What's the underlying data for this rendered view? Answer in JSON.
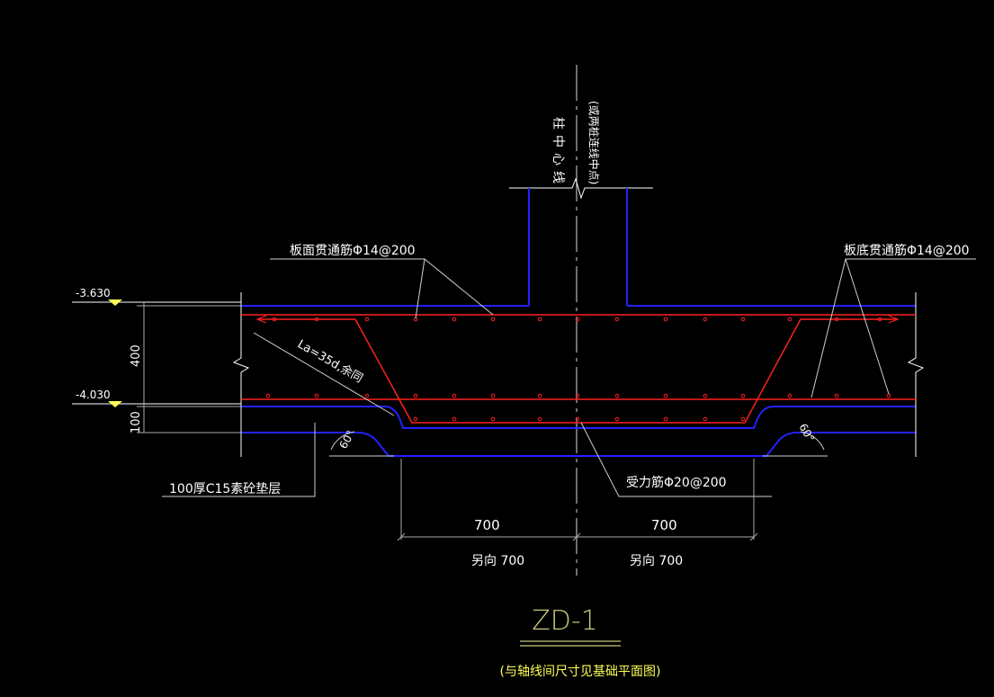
{
  "drawing": {
    "title": "ZD-1",
    "subtitle": "(与轴线间尺寸见基础平面图)",
    "column_center_label": "柱中心线",
    "column_center_note": "(或两桩连线中点)",
    "top_bar_label": "板面贯通筋Φ14@200",
    "bottom_bar_label": "板底贯通筋Φ14@200",
    "main_bar_label": "受力筋Φ20@200",
    "anchor_label": "La=35d,余同",
    "cushion_label": "100厚C15素砼垫层",
    "elevation_top": "-3.630",
    "elevation_bottom": "-4.030",
    "dim_400": "400",
    "dim_100": "100",
    "dim_left": "700",
    "dim_right": "700",
    "dim_left_other": "另向 700",
    "dim_right_other": "另向 700",
    "angle_left": "60°",
    "angle_right": "60°"
  },
  "colors": {
    "background": "#000000",
    "concrete": "#2222ff",
    "rebar": "#ff2020",
    "leader": "#cfcfcf",
    "text": "#ffffff",
    "title": "#c8c87a",
    "subtitle": "#ffff55"
  }
}
